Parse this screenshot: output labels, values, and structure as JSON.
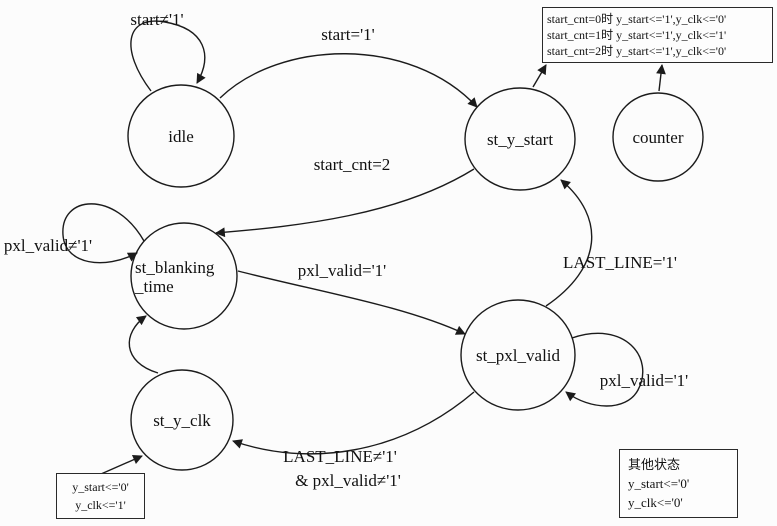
{
  "diagram": {
    "states": {
      "idle": "idle",
      "st_y_start": "st_y_start",
      "counter": "counter",
      "st_blanking_line1": "st_blanking",
      "st_blanking_line2": "_time",
      "st_pxl_valid": "st_pxl_valid",
      "st_y_clk": "st_y_clk"
    },
    "transitions": {
      "idle_self": "start≠'1'",
      "idle_to_y_start": "start='1'",
      "y_start_to_blanking": "start_cnt=2",
      "blanking_self": "pxl_valid≠'1'",
      "blanking_to_pxl_valid": "pxl_valid='1'",
      "pxl_valid_to_y_start": "LAST_LINE='1'",
      "pxl_valid_self": "pxl_valid='1'",
      "pxl_valid_to_y_clk_line1": "LAST_LINE≠'1'",
      "pxl_valid_to_y_clk_line2": "& pxl_valid≠'1'"
    },
    "boxes": {
      "counter_outputs": {
        "lines": [
          "start_cnt=0时 y_start<='1',y_clk<='0'",
          "start_cnt=1时 y_start<='1',y_clk<='1'",
          "start_cnt=2时 y_start<='1',y_clk<='0'"
        ]
      },
      "y_clk_outputs": {
        "lines": [
          "y_start<='0'",
          "y_clk<='1'"
        ]
      },
      "other_states": {
        "lines": [
          "其他状态",
          "y_start<='0'",
          "y_clk<='0'"
        ]
      }
    }
  }
}
